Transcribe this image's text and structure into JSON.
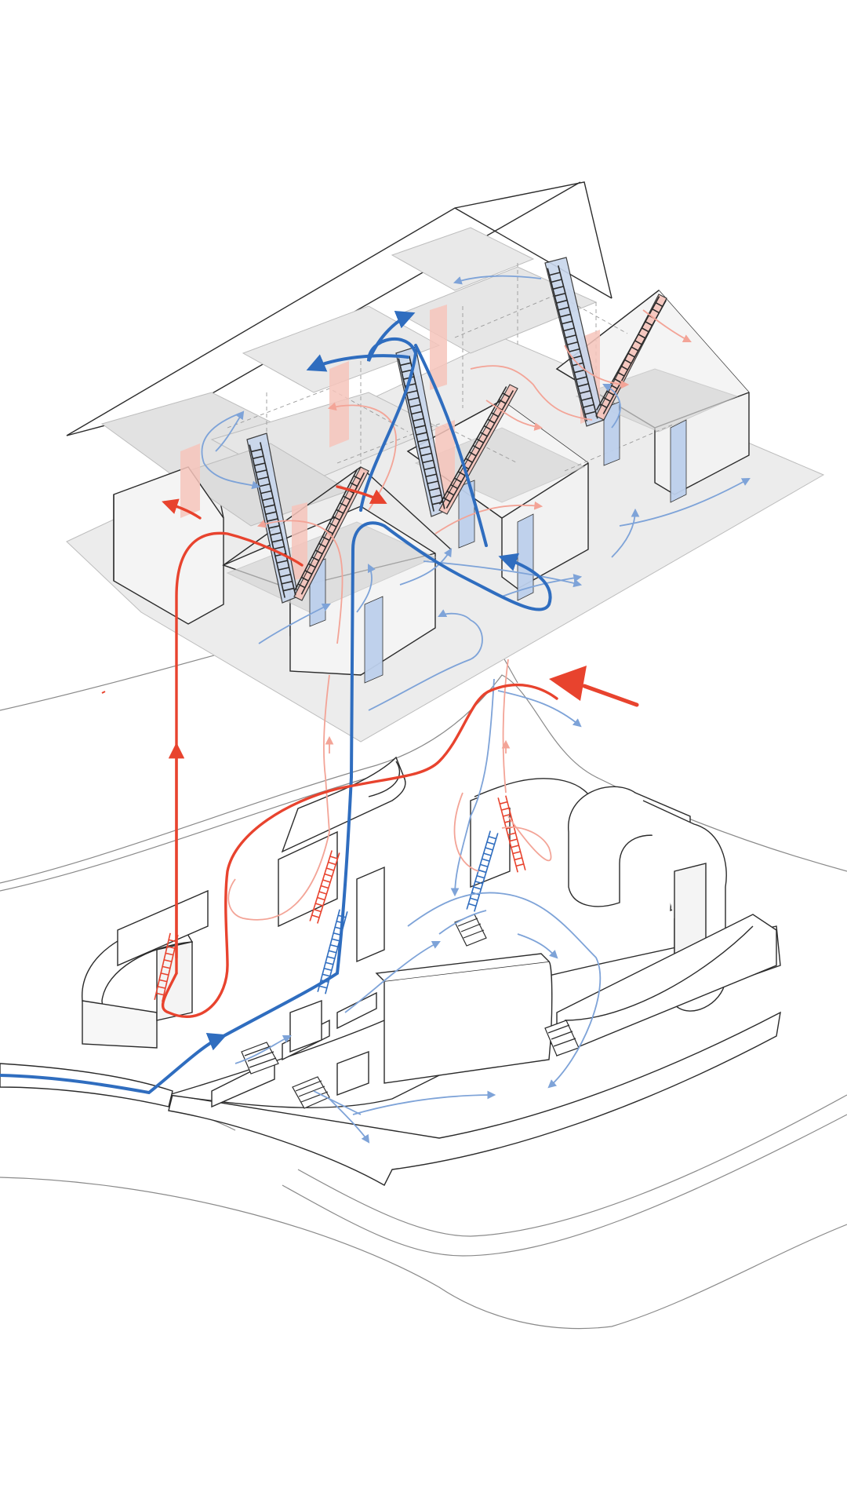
{
  "diagram": {
    "kind": "axonometric-circulation-diagram",
    "labels": [],
    "colors": {
      "background": "#ffffff",
      "outline": "#2b2b2b",
      "thin_line": "#8a8a8a",
      "plate_fill": "#ececec",
      "plate_dark": "#d6d6d6",
      "red_flow": "#e8432e",
      "red_light": "#f3a497",
      "red_panel": "#f6c4bb",
      "blue_flow": "#2f6dbf",
      "blue_light": "#7ea3d8",
      "blue_panel": "#bdd0ec"
    },
    "elements": {
      "upper_structure": "elevated-roof-pavilion",
      "lower_structure": "ground-level-walls-and-terrain",
      "ladders": [
        "red-ladder",
        "blue-ladder"
      ],
      "flows": [
        "red-flow-path",
        "blue-flow-path"
      ]
    }
  }
}
